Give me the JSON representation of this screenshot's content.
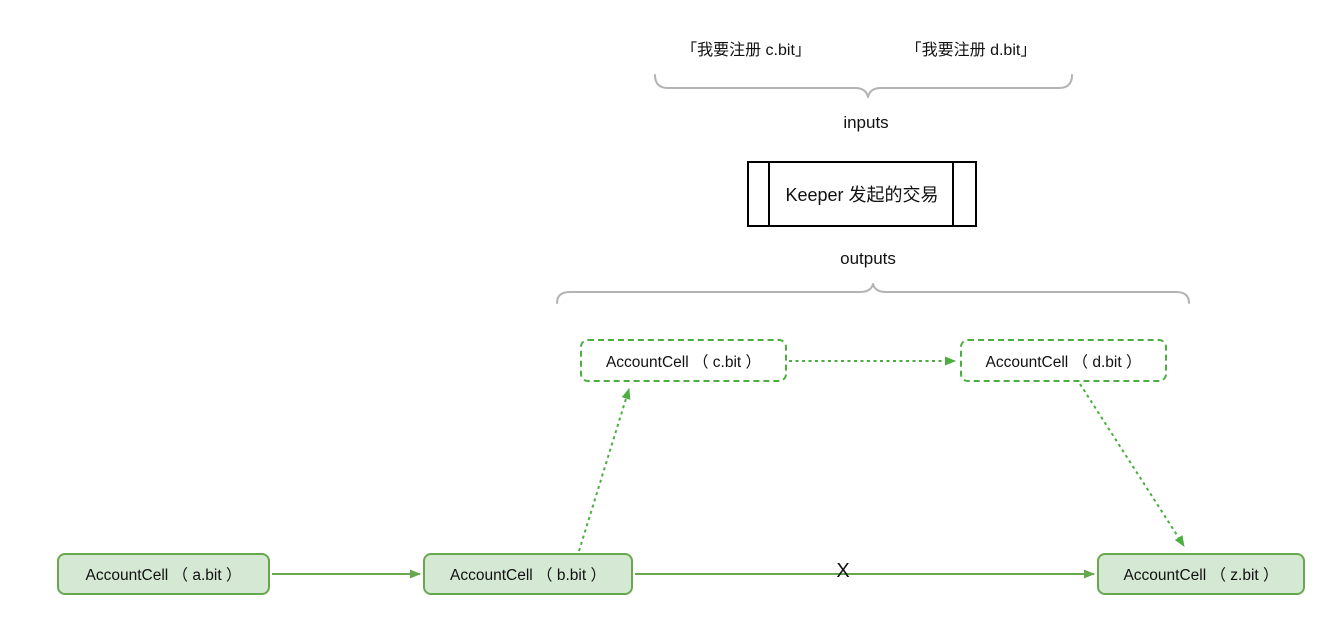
{
  "diagram": {
    "inputs": {
      "quote_c": "「我要注册 c.bit」",
      "quote_d": "「我要注册 d.bit」",
      "label": "inputs"
    },
    "transaction": {
      "label": "Keeper 发起的交易"
    },
    "outputs": {
      "label": "outputs"
    },
    "cells": {
      "a": "AccountCell （ a.bit ）",
      "b": "AccountCell （ b.bit ）",
      "c": "AccountCell （ c.bit ）",
      "d": "AccountCell （ d.bit ）",
      "z": "AccountCell （ z.bit ）"
    },
    "broken_link_marker": "X",
    "colors": {
      "cell_border_green": "#67a84e",
      "cell_fill_green": "#d5e8d4",
      "dashed_green": "#4cae40",
      "brace_gray": "#b3b3b3",
      "text_black": "#111111"
    }
  }
}
